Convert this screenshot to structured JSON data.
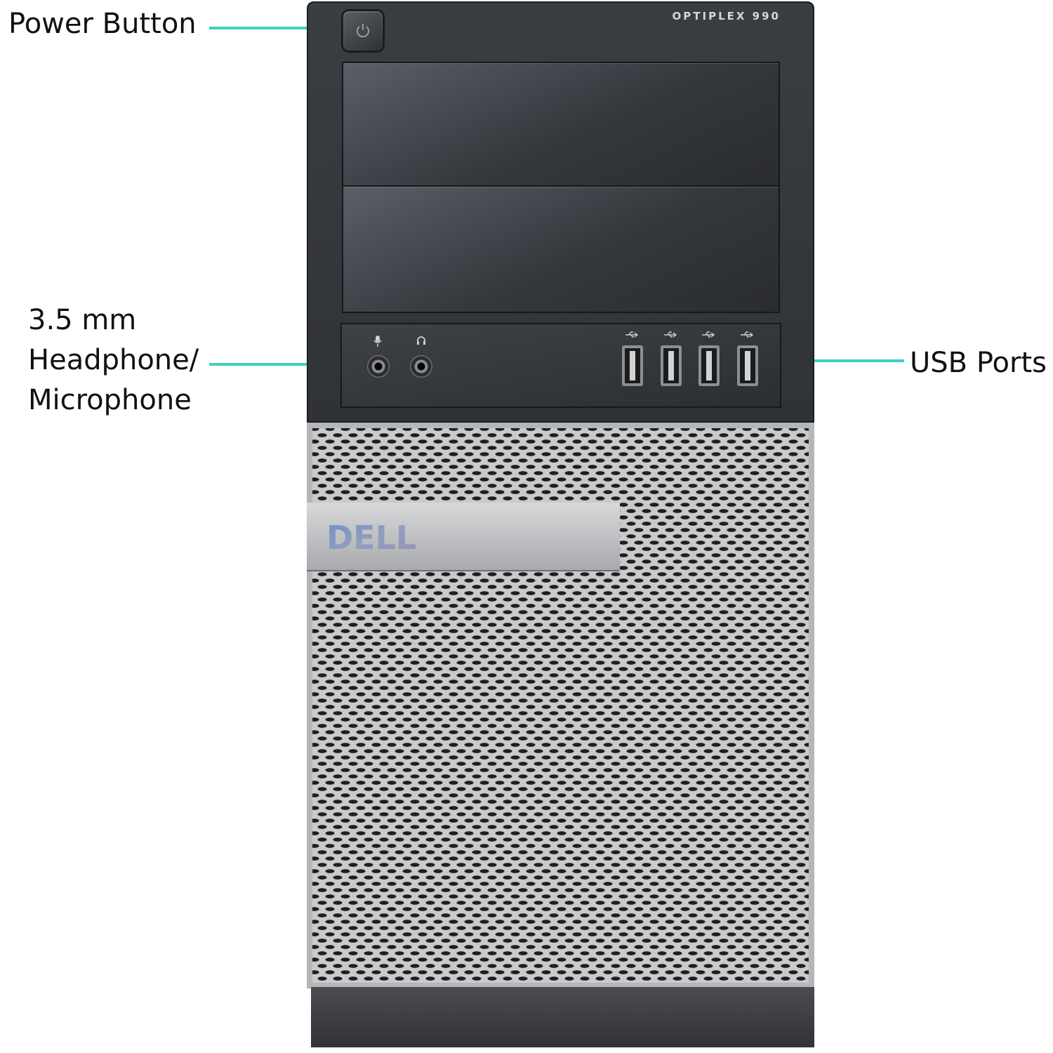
{
  "callouts": {
    "power": "Power Button",
    "audio_line1": "3.5 mm",
    "audio_line2": "Headphone/",
    "audio_line3": "Microphone",
    "usb": "USB Ports"
  },
  "device": {
    "model": "OPTIPLEX 990",
    "brand_logo": "DELL",
    "usb_port_count": 4,
    "audio_jacks": [
      "microphone",
      "headphone"
    ]
  },
  "colors": {
    "leader_line": "#3fd0c6",
    "bezel": "#2f3236",
    "mesh": "#c9cacc"
  },
  "icons": [
    "power-icon",
    "microphone-icon",
    "headphone-icon",
    "usb-icon"
  ]
}
